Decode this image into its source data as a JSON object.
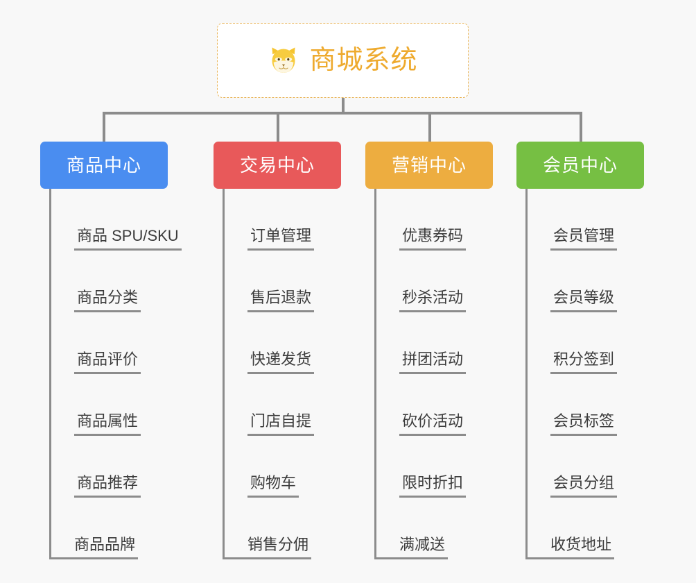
{
  "page": {
    "background_color": "#f8f8f8",
    "connector_color": "#8c8c8c"
  },
  "root": {
    "title": "商城系统",
    "icon": "shiba-dog-face-icon",
    "text_color": "#eeaa2e",
    "border_color": "#e9b65c",
    "background_color": "#ffffff"
  },
  "categories": [
    {
      "label": "商品中心",
      "color": "#4a8df0",
      "items": [
        "商品 SPU/SKU",
        "商品分类",
        "商品评价",
        "商品属性",
        "商品推荐",
        "商品品牌"
      ]
    },
    {
      "label": "交易中心",
      "color": "#e8595a",
      "items": [
        "订单管理",
        "售后退款",
        "快递发货",
        "门店自提",
        "购物车",
        "销售分佣"
      ]
    },
    {
      "label": "营销中心",
      "color": "#edad40",
      "items": [
        "优惠券码",
        "秒杀活动",
        "拼团活动",
        "砍价活动",
        "限时折扣",
        "满减送"
      ]
    },
    {
      "label": "会员中心",
      "color": "#76bf43",
      "items": [
        "会员管理",
        "会员等级",
        "积分签到",
        "会员标签",
        "会员分组",
        "收货地址"
      ]
    }
  ]
}
